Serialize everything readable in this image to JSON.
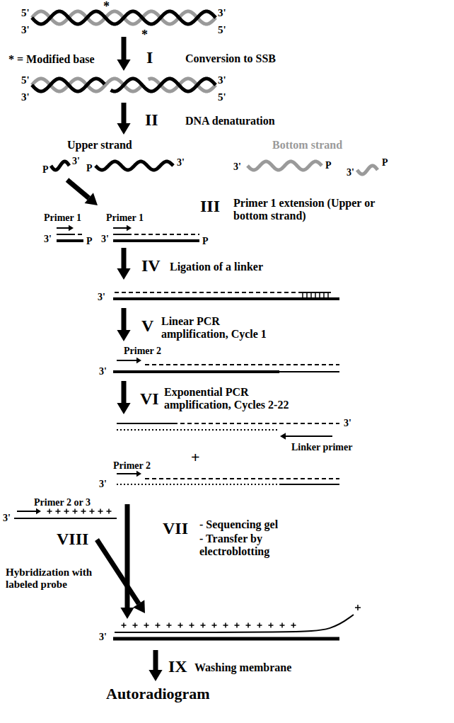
{
  "diagram": {
    "labels": [
      "5'",
      "3'",
      "3'",
      "5'",
      "*",
      "*",
      "* = Modified base",
      "I",
      "Conversion to SSB",
      "5'",
      "3'",
      "3'",
      "5'",
      "II",
      "DNA denaturation",
      "Upper strand",
      "Bottom strand",
      "P",
      "3'",
      "P",
      "3'",
      "3'",
      "P",
      "3'",
      "P",
      "III",
      "Primer 1 extension (Upper or bottom strand)",
      "Primer 1",
      "Primer 1",
      "3'",
      "P",
      "3'",
      "P",
      "IV",
      "Ligation of a linker",
      "3'",
      "V",
      "Linear PCR amplification, Cycle 1",
      "Primer 2",
      "3'",
      "VI",
      "Exponential PCR amplification, Cycles 2-22",
      "3'",
      "Linker primer",
      "+",
      "Primer 2",
      "3'",
      "Primer 2 or 3",
      "3'",
      "VIII",
      "Hybridization with labeled probe",
      "VII",
      "- Sequencing gel",
      "- Transfer by electroblotting",
      "3'",
      "IX",
      "Washing membrane",
      "Autoradiogram"
    ]
  }
}
